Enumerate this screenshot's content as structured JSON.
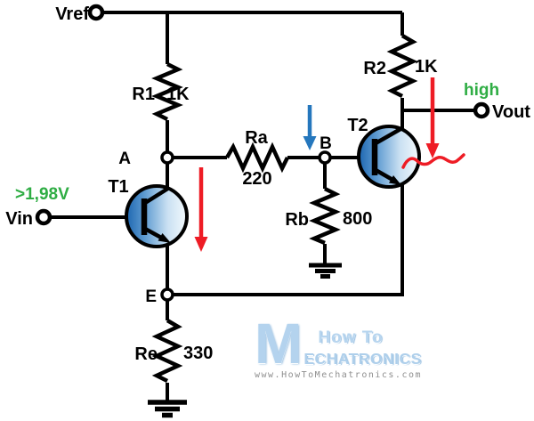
{
  "terminals": {
    "vref": "Vref",
    "vin": "Vin",
    "vout": "Vout"
  },
  "nodes": {
    "a": "A",
    "b": "B",
    "e": "E"
  },
  "transistors": {
    "t1": "T1",
    "t2": "T2"
  },
  "resistors": {
    "r1": {
      "name": "R1",
      "value": "1K"
    },
    "r2": {
      "name": "R2",
      "value": "1K"
    },
    "ra": {
      "name": "Ra",
      "value": "220"
    },
    "rb": {
      "name": "Rb",
      "value": "800"
    },
    "re": {
      "name": "Re",
      "value": "330"
    }
  },
  "annotations": {
    "input_threshold": ">1,98V",
    "output_state": "high"
  },
  "colors": {
    "wire": "#000000",
    "current_arrow_red": "#ee1c25",
    "base_current_arrow_blue": "#2577bd",
    "annotation_green": "#2fad44",
    "transistor_fill_dark": "#1d66b0",
    "transistor_fill_light": "#f4fafd",
    "watermark_blue": "#b4d3ee"
  },
  "watermark": {
    "letter": "M",
    "line1": "How To",
    "line2": "ECHATRONICS",
    "url": "www.HowToMechatronics.com"
  }
}
